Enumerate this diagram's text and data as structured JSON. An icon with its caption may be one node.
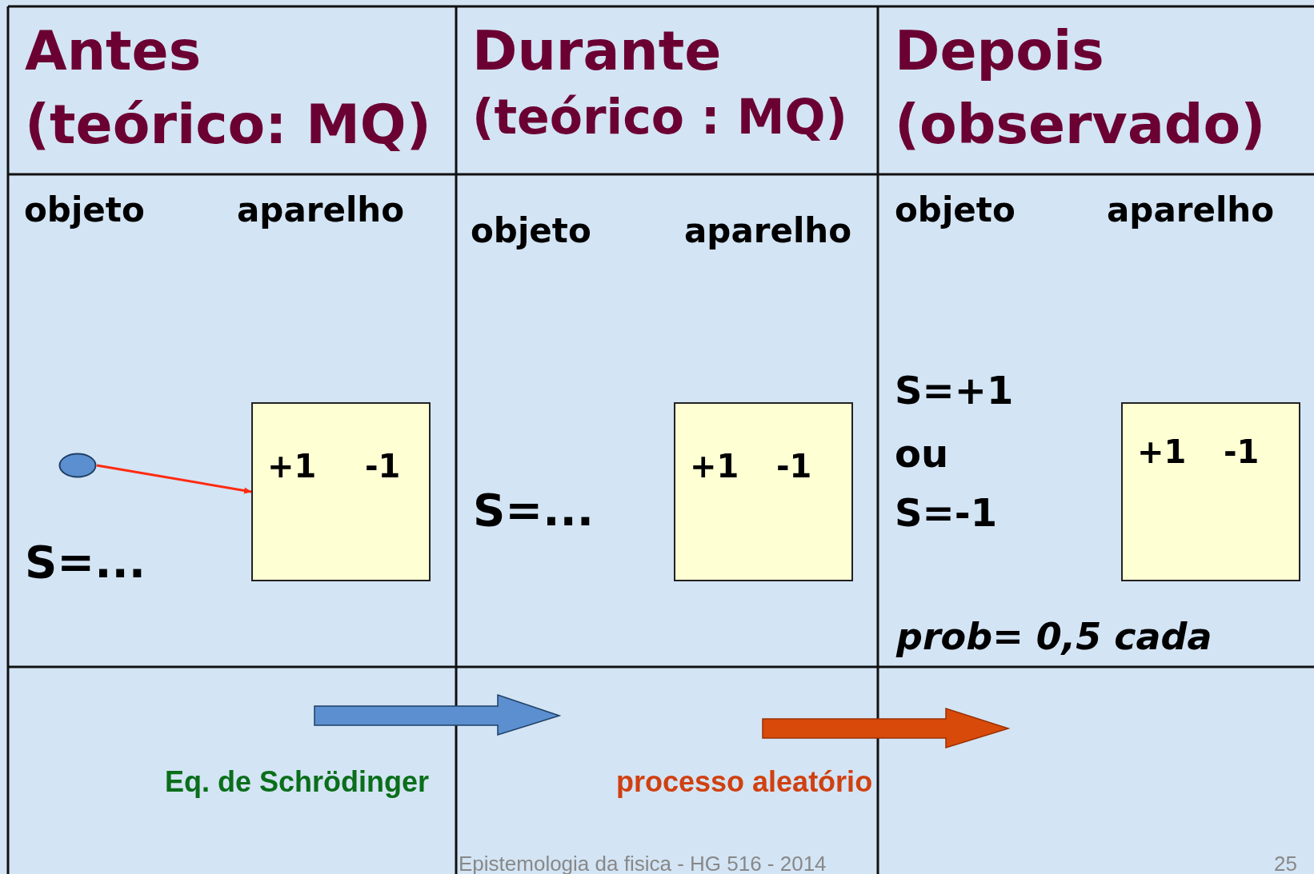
{
  "diagram": {
    "nodes": [
      {
        "text": [],
        "shape": "circle"
      },
      {
        "text": [
          "+1",
          "-1"
        ]
      },
      {
        "text": [
          "+1",
          "-1"
        ]
      },
      {
        "text": [
          "+1",
          "-1"
        ]
      }
    ],
    "edges": [
      {
        "from": 0,
        "to": 1,
        "arrow": "to",
        "color": "#ff2a10"
      }
    ],
    "labels": [
      "Antes",
      "(teórico: MQ)",
      "Durante",
      "(teórico : MQ)",
      "Depois",
      "(observado)",
      "objeto",
      "aparelho",
      "objeto",
      "aparelho",
      "objeto",
      "aparelho",
      "S=...",
      "S=...",
      "S=+1",
      "ou",
      "S=-1",
      "prob= 0,5 cada",
      "Eq. de Schrödinger",
      "processo aleatório",
      "Epistemologia da fisica - HG 516 - 2014",
      "25"
    ]
  }
}
